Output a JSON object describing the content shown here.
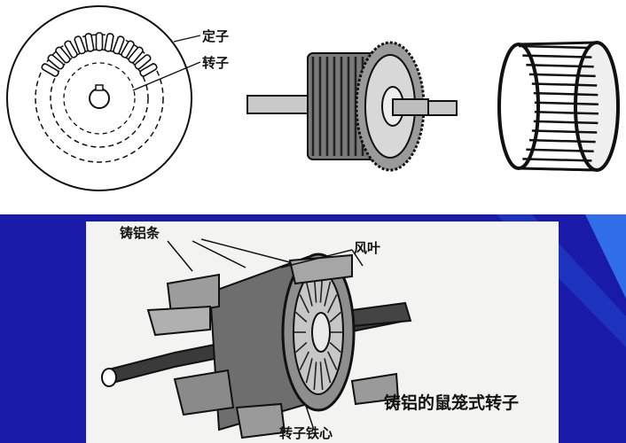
{
  "top": {
    "cross_section": {
      "stator_label": "定子",
      "rotor_label": "转子"
    }
  },
  "bottom": {
    "labels": {
      "aluminum_bars": "铸铝条",
      "fan_blades": "风叶",
      "rotor_core": "转子铁心"
    },
    "caption": "铸铝的鼠笼式转子"
  },
  "colors": {
    "slide_background": "#1a1aa8",
    "slide_accent": "#2f6ee8",
    "line_art": "#111111"
  }
}
